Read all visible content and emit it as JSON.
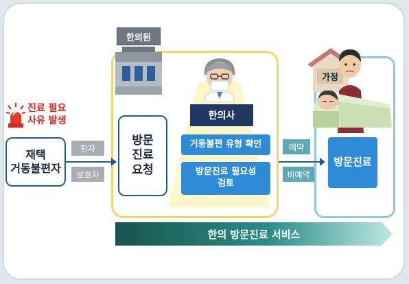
{
  "alarm": {
    "line1": "진료 필요",
    "line2": "사유 발생"
  },
  "patient_box": {
    "line1": "재택",
    "line2": "거동불편자"
  },
  "tags_left": {
    "patient": "환자",
    "guardian": "보호자"
  },
  "request_box": {
    "line1": "방문",
    "line2": "진료",
    "line3": "요청"
  },
  "clinic_sign": "한의원",
  "doctor_label": "한의사",
  "steps": {
    "step1": "거동불편 유형 확인",
    "step2_line1": "방문진료 필요성",
    "step2_line2": "검토"
  },
  "tags_right": {
    "reserved": "예약",
    "unreserved": "비예약"
  },
  "home_sign": "가정",
  "visit_button": "방문진료",
  "banner": "한의 방문진료 서비스",
  "colors": {
    "navy": "#1f3864",
    "blue": "#2e8bd8",
    "teal": "#1a6b64",
    "alarm": "#e0201c",
    "yellow_frame": "#f2d469",
    "sky_frame": "#8fc9e0"
  },
  "icons": [
    "alarm-siren-icon",
    "clinic-building-icon",
    "doctor-icon",
    "house-icon",
    "family-icon"
  ]
}
